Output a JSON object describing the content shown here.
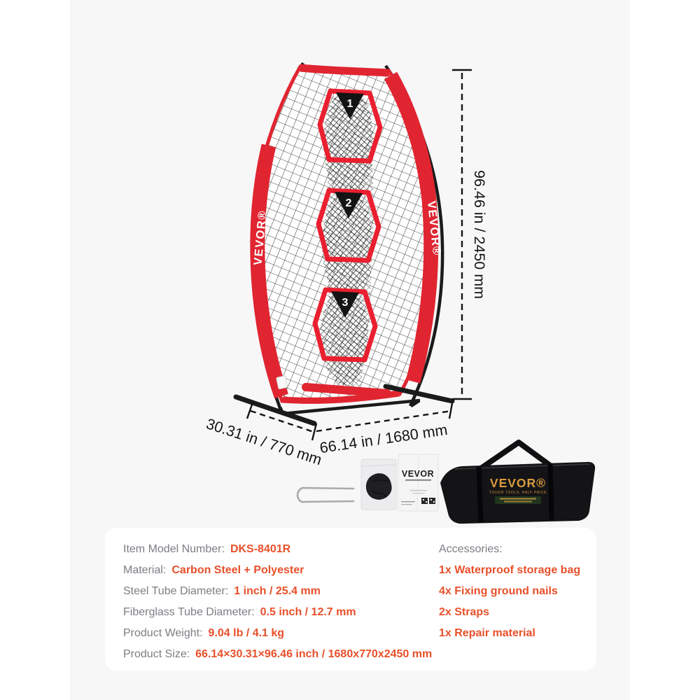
{
  "brand": "VEVOR",
  "net": {
    "side_label_left": "VEVOR®",
    "side_label_right": "VEVOR®",
    "targets": [
      "1",
      "2",
      "3"
    ]
  },
  "dimensions": {
    "height_label": "96.46 in / 2450 mm",
    "depth_label": "30.31 in / 770 mm",
    "width_label": "66.14 in / 1680 mm"
  },
  "package": {
    "card_brand": "VEVOR",
    "bag_brand": "VEVOR®",
    "bag_tagline": "TOUGH TOOLS, HALF PRICE"
  },
  "specs": {
    "rows": [
      {
        "label": "Item Model Number:",
        "value": "DKS-8401R"
      },
      {
        "label": "Material:",
        "value": "Carbon Steel + Polyester"
      },
      {
        "label": "Steel Tube Diameter:",
        "value": "1 inch / 25.4 mm"
      },
      {
        "label": "Fiberglass Tube Diameter:",
        "value": "0.5 inch / 12.7 mm"
      },
      {
        "label": "Product Weight:",
        "value": "9.04 lb / 4.1 kg"
      },
      {
        "label": "Product Size:",
        "value": "66.14×30.31×96.46 inch / 1680x770x2450 mm"
      }
    ],
    "accessories_title": "Accessories:",
    "accessories": [
      "1x Waterproof storage bag",
      "4x Fixing ground nails",
      "2x Straps",
      "1x Repair material"
    ]
  },
  "colors": {
    "accent_orange": "#e8502a",
    "net_red": "#e02531",
    "label_gray": "#7d7d84",
    "canvas_bg": "#f7f7f8",
    "bag_gold": "#d89a3e"
  }
}
